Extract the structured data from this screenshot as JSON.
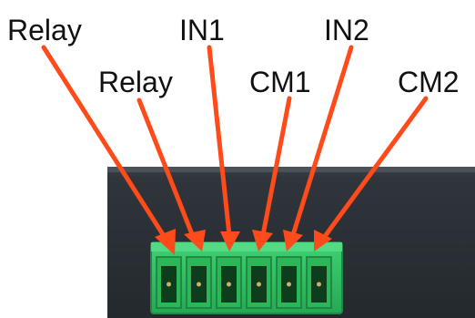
{
  "labels": [
    {
      "key": "relay_1",
      "text": "Relay"
    },
    {
      "key": "relay_2",
      "text": "Relay"
    },
    {
      "key": "in1",
      "text": "IN1"
    },
    {
      "key": "cm1",
      "text": "CM1"
    },
    {
      "key": "in2",
      "text": "IN2"
    },
    {
      "key": "cm2",
      "text": "CM2"
    }
  ],
  "colors": {
    "arrow": "#ff4a1a",
    "device_body": "#2d3238",
    "terminal_block": "#2fbf5f",
    "terminal_block_dark": "#1e8f45",
    "background": "#ffffff"
  },
  "terminals": {
    "count": 6
  }
}
